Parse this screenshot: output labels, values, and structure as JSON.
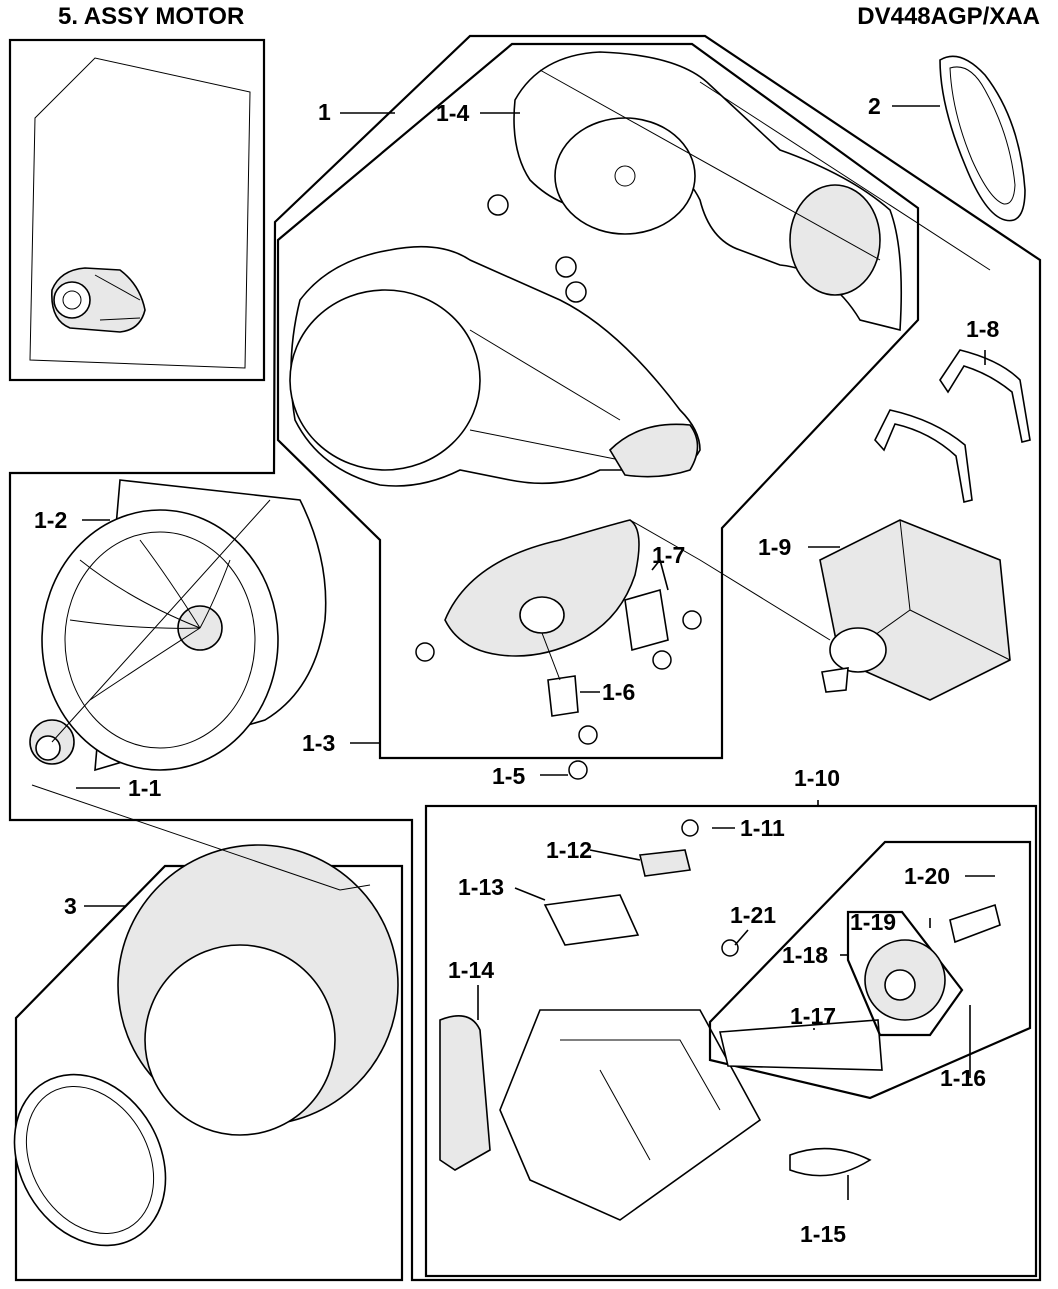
{
  "header": {
    "title": "5. ASSY MOTOR",
    "model": "DV448AGP/XAA"
  },
  "parts": [
    {
      "id": "1"
    },
    {
      "id": "1-1"
    },
    {
      "id": "1-2"
    },
    {
      "id": "1-3"
    },
    {
      "id": "1-4"
    },
    {
      "id": "1-5"
    },
    {
      "id": "1-6"
    },
    {
      "id": "1-7"
    },
    {
      "id": "1-8"
    },
    {
      "id": "1-9"
    },
    {
      "id": "1-10"
    },
    {
      "id": "1-11"
    },
    {
      "id": "1-12"
    },
    {
      "id": "1-13"
    },
    {
      "id": "1-14"
    },
    {
      "id": "1-15"
    },
    {
      "id": "1-16"
    },
    {
      "id": "1-17"
    },
    {
      "id": "1-18"
    },
    {
      "id": "1-19"
    },
    {
      "id": "1-20"
    },
    {
      "id": "1-21"
    },
    {
      "id": "2"
    },
    {
      "id": "3"
    }
  ],
  "colors": {
    "line": "#000000",
    "background": "#ffffff",
    "shade": "#e8e8e8"
  }
}
